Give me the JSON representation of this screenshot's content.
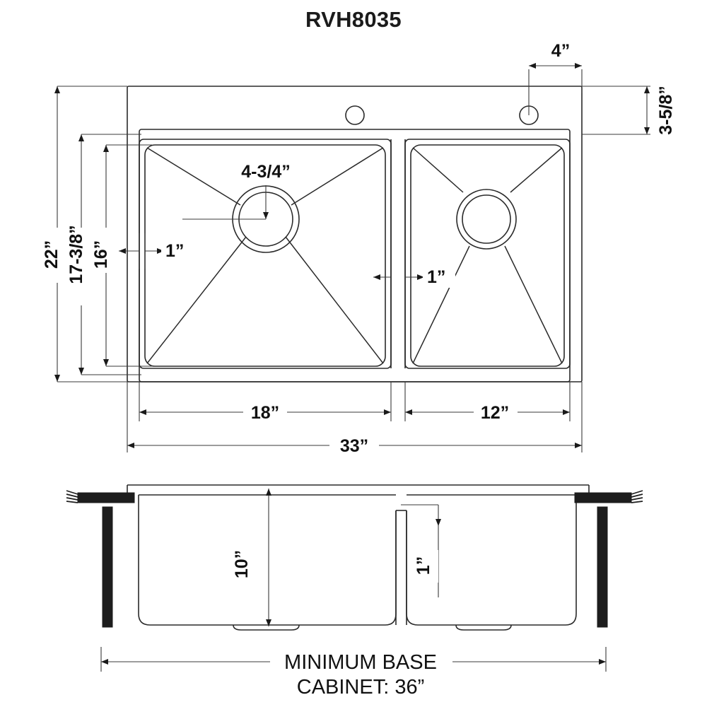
{
  "title": "RVH8035",
  "drawing": {
    "name": "kitchen-sink-spec-drawing",
    "views": [
      "top-view",
      "section-view"
    ]
  },
  "dimensions": {
    "overall_width": "33”",
    "overall_depth": "22”",
    "left_bowl_width": "18”",
    "right_bowl_width": "12”",
    "inner_depth_17": "17-3/8”",
    "inner_depth_16": "16”",
    "rim_left_offset": "1”",
    "rim_mid_offset": "1”",
    "drain_offset": "4-3/4”",
    "faucet_hole_offset": "4”",
    "deck_back": "3-5/8”",
    "bowl_depth": "10”",
    "divider_drop": "1”"
  },
  "notes": {
    "cabinet_line1": "MINIMUM BASE",
    "cabinet_line2": "CABINET: 36”"
  },
  "colors": {
    "line": "#2a2a2a",
    "thin_line": "#333333",
    "text": "#111111",
    "solid_fill": "#1d1d1d",
    "background": "#ffffff"
  }
}
